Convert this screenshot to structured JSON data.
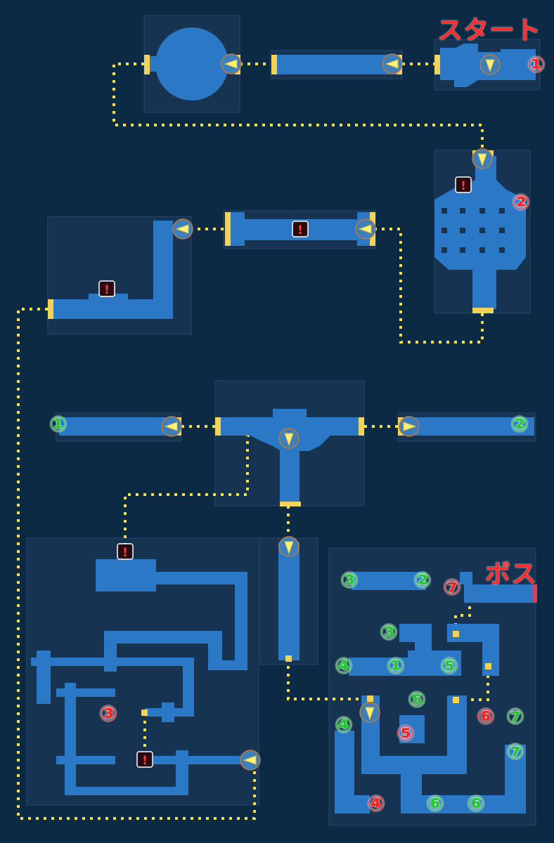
{
  "titles": {
    "start": "スタート",
    "boss": "ボス"
  },
  "markers": {
    "red": {
      "m1": "①",
      "m2": "②",
      "m3": "③",
      "m4": "④",
      "m5": "⑤",
      "m6": "⑥",
      "m7": "⑦"
    },
    "green": {
      "top_left_1": "①",
      "top_right_2": "②",
      "b3a": "③",
      "b2": "②",
      "b3b": "③",
      "b4a": "④",
      "b1": "①",
      "b5a": "⑤",
      "b5b": "⑤",
      "b4b": "④",
      "b7a": "⑦",
      "b7b": "⑦",
      "b6a": "⑥",
      "b6b": "⑥"
    }
  },
  "colors": {
    "background": "#0d2a45",
    "floor": "#2a78c6",
    "door": "#f2d35a",
    "path": "#f5e04a",
    "room_frame": "#1d3d5c",
    "red_marker": "#ff1e1e",
    "green_marker": "#22c830"
  },
  "icons": [
    "alert-icon",
    "arrow-marker-icon"
  ]
}
